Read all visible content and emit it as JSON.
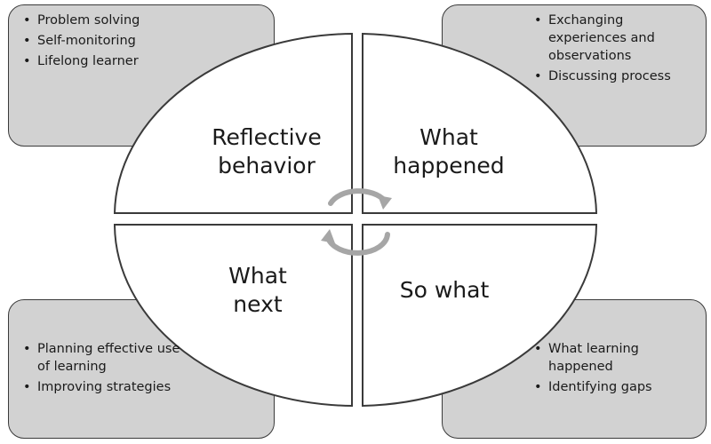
{
  "diagram": {
    "quadrants": {
      "top_left": "Reflective\nbehavior",
      "top_right": "What\nhappened",
      "bottom_left": "What\nnext",
      "bottom_right": "So what"
    },
    "callouts": {
      "top_left": [
        "Problem solving",
        "Self-monitoring",
        "Lifelong learner"
      ],
      "top_right": [
        "Exchanging experiences and observations",
        "Discussing process"
      ],
      "bottom_left": [
        "Planning effective use of learning",
        "Improving strategies"
      ],
      "bottom_right": [
        "What learning happened",
        "Identifying gaps"
      ]
    },
    "bullet_symbol": "•",
    "colors": {
      "callout_fill": "#d2d2d2",
      "outline": "#3a3a3a",
      "quadrant_fill": "#ffffff",
      "cycle_arrows": "#a6a6a6"
    }
  }
}
